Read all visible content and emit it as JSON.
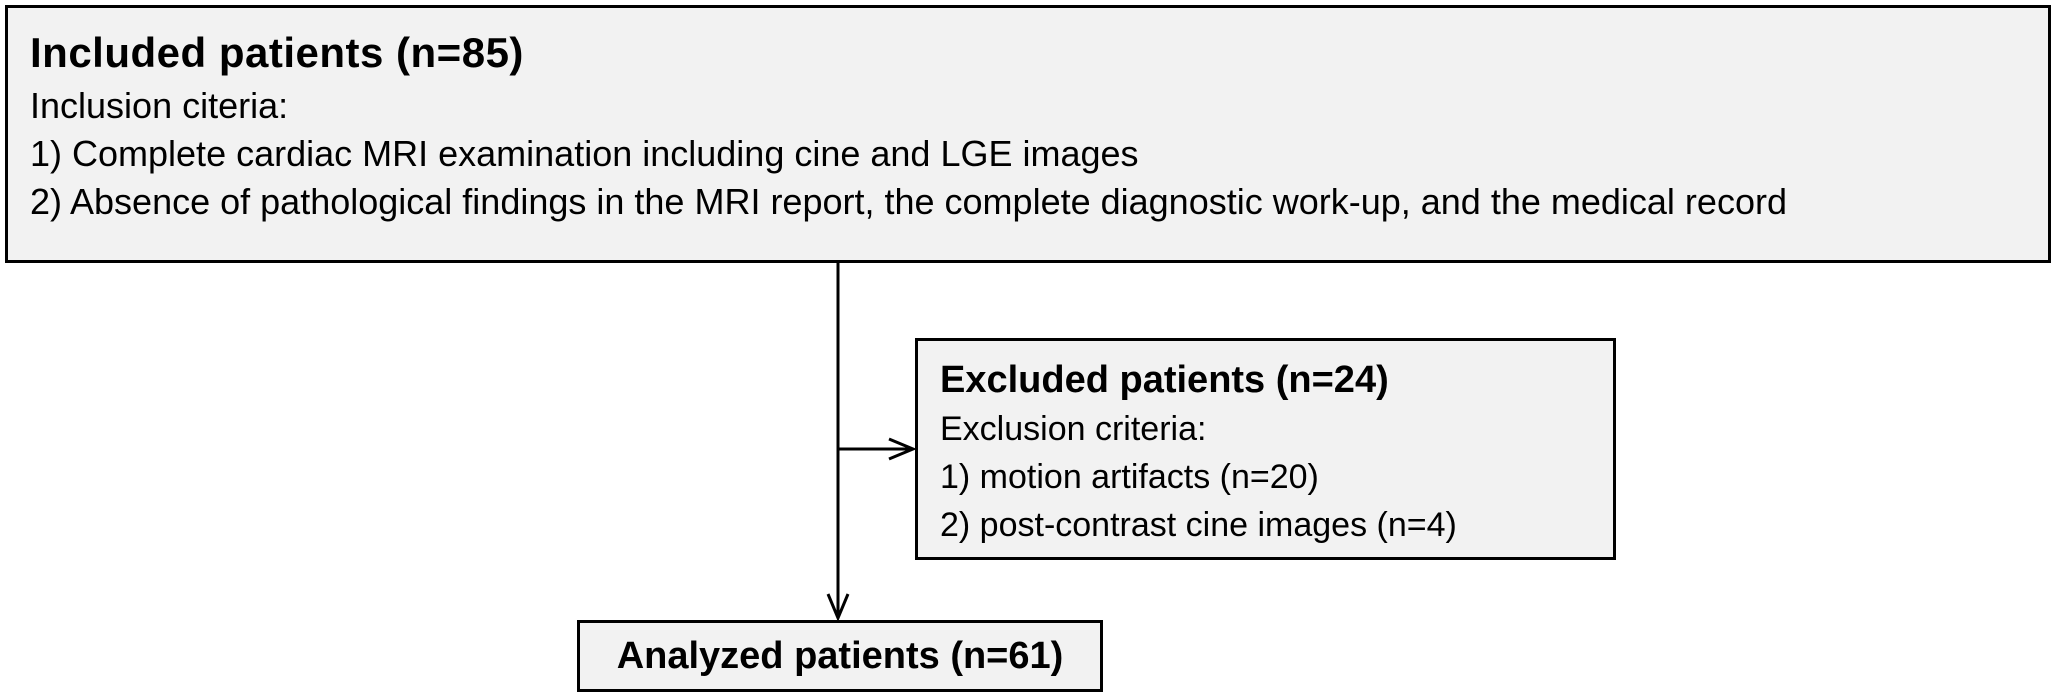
{
  "included": {
    "title": "Included  patients  (n=85)",
    "criteria_heading": "Inclusion citeria:",
    "criteria": [
      "1) Complete cardiac MRI examination including cine and LGE images",
      "2) Absence of pathological findings in the MRI report, the complete diagnostic work-up, and the medical record"
    ]
  },
  "excluded": {
    "title": "Excluded patients (n=24)",
    "criteria_heading": "Exclusion criteria:",
    "criteria": [
      "1) motion artifacts (n=20)",
      "2) post-contrast cine images (n=4)"
    ]
  },
  "analyzed": {
    "title": "Analyzed patients (n=61)"
  }
}
